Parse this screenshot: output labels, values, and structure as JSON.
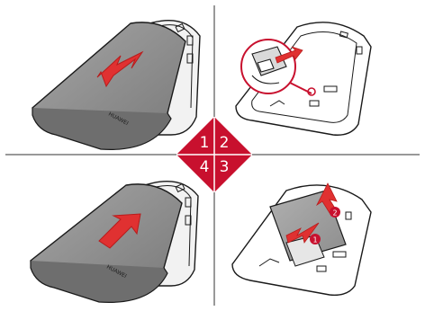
{
  "steps": [
    {
      "number": "1",
      "action": "slide-cover-off"
    },
    {
      "number": "2",
      "action": "open-sim-holder"
    },
    {
      "number": "3",
      "action": "insert-sim-card"
    },
    {
      "number": "4",
      "action": "slide-cover-on"
    }
  ],
  "sim_order_markers": [
    "1",
    "2"
  ],
  "cover_brand_mark": "HUAWEI",
  "colors": {
    "accent": "#c8102e",
    "cover": "#8c8c8c",
    "outline": "#1a1a1a",
    "divider": "#333333"
  }
}
